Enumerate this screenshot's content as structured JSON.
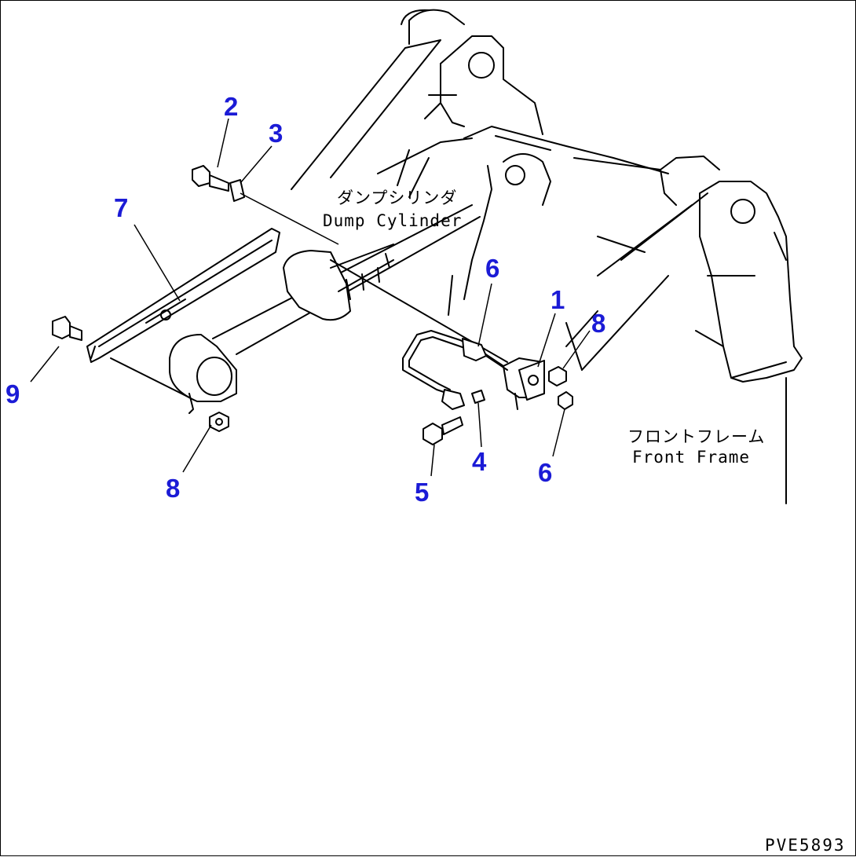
{
  "labels": {
    "dump_cylinder_jp": "ダンプシリンダ",
    "dump_cylinder_en": "Dump Cylinder",
    "front_frame_jp": "フロントフレーム",
    "front_frame_en": "Front Frame"
  },
  "drawing_code": "PVE5893",
  "callouts": {
    "c1": "1",
    "c2": "2",
    "c3": "3",
    "c4": "4",
    "c5": "5",
    "c6a": "6",
    "c6b": "6",
    "c7": "7",
    "c8a": "8",
    "c8b": "8",
    "c9": "9"
  },
  "colors": {
    "callout": "#1b1bd6",
    "line": "#000000",
    "background": "#ffffff"
  }
}
